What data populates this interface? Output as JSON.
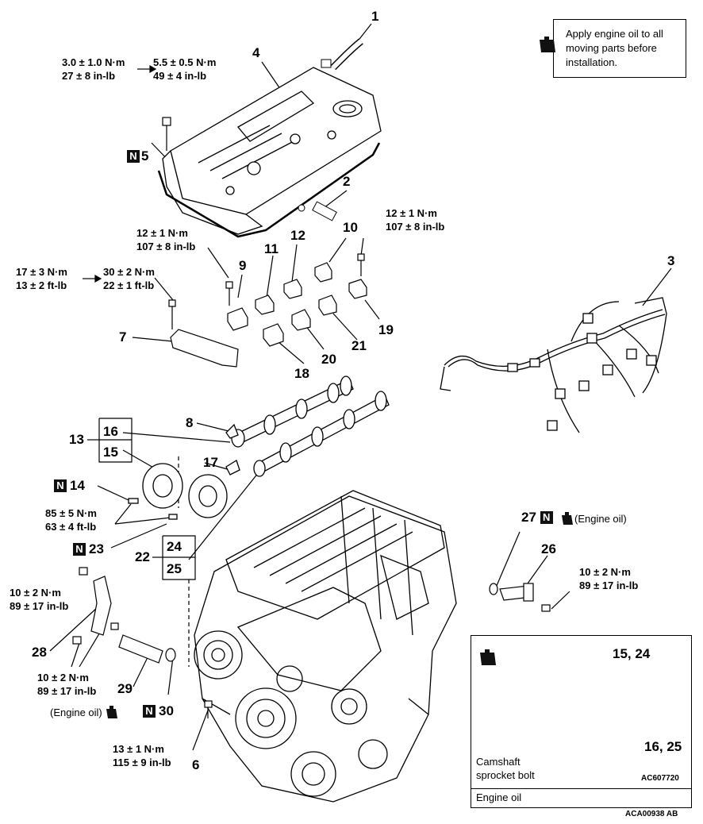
{
  "note_box": {
    "text_line1": "Apply engine oil to all",
    "text_line2": "moving parts before",
    "text_line3": "installation."
  },
  "torques": {
    "t_cover_before": "3.0 ± 1.0 N·m\n27 ± 8 in-lb",
    "t_cover_after": "5.5 ± 0.5 N·m\n49 ± 4 in-lb",
    "t_cap_left": "12 ± 1 N·m\n107 ± 8 in-lb",
    "t_cap_right": "12 ± 1 N·m\n107 ± 8 in-lb",
    "t_7_before": "17 ± 3 N·m\n13 ± 2 ft-lb",
    "t_7_after": "30 ± 2 N·m\n22 ± 1 ft-lb",
    "t_sprocket": "85 ± 5 N·m\n63 ± 4 ft-lb",
    "t_28_top": "10 ± 2 N·m\n89 ± 17 in-lb",
    "t_28_bottom": "10 ± 2 N·m\n89 ± 17 in-lb",
    "t_26": "10 ± 2 N·m\n89 ± 17 in-lb",
    "t_6": "13 ± 1 N·m\n115 ± 9 in-lb"
  },
  "callouts": {
    "n1": "1",
    "n2": "2",
    "n3": "3",
    "n4": "4",
    "n5": "5",
    "n6": "6",
    "n7": "7",
    "n8": "8",
    "n9": "9",
    "n10": "10",
    "n11": "11",
    "n12": "12",
    "n13": "13",
    "n14": "14",
    "n15": "15",
    "n16": "16",
    "n17": "17",
    "n18": "18",
    "n19": "19",
    "n20": "20",
    "n21": "21",
    "n22": "22",
    "n23": "23",
    "n24": "24",
    "n25": "25",
    "n26": "26",
    "n27": "27",
    "n28": "28",
    "n29": "29",
    "n30": "30"
  },
  "badges": {
    "n_badge": "N"
  },
  "engine_oil_label": "(Engine oil)",
  "inset": {
    "label_15_24": "15, 24",
    "label_16_25": "16, 25",
    "camshaft_line1": "Camshaft",
    "camshaft_line2": "sprocket bolt",
    "code": "AC607720",
    "footer": "Engine oil"
  },
  "figure_code": "ACA00938 AB"
}
